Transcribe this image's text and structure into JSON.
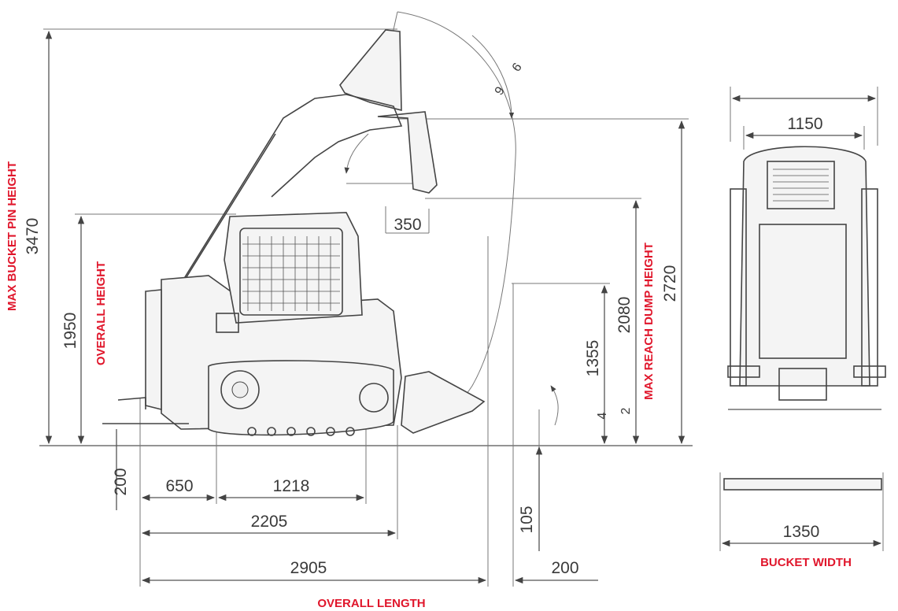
{
  "side_view": {
    "dimensions": {
      "max_bucket_pin_height_value": "3470",
      "overall_height_value": "1950",
      "max_reach_dump_height_value": "2720",
      "dump_height_value": "2080",
      "height_1355": "1355",
      "reach_350": "350",
      "ground_clearance_200": "200",
      "rear_overhang_650": "650",
      "track_length_1218": "1218",
      "length_2205": "2205",
      "overall_length_value": "2905",
      "front_200": "200",
      "height_105": "105",
      "angle_4": "4",
      "angle_2": "2",
      "angle_6": "6",
      "angle_9": "9"
    },
    "callouts": {
      "max_bucket_pin_height": "MAX BUCKET PIN HEIGHT",
      "overall_height": "OVERALL HEIGHT",
      "max_reach_dump_height": "MAX REACH DUMP HEIGHT",
      "overall_length": "OVERALL LENGTH"
    }
  },
  "front_view": {
    "width_value": "1150",
    "bucket_width_value": "1350",
    "bucket_width_label": "BUCKET WIDTH"
  }
}
